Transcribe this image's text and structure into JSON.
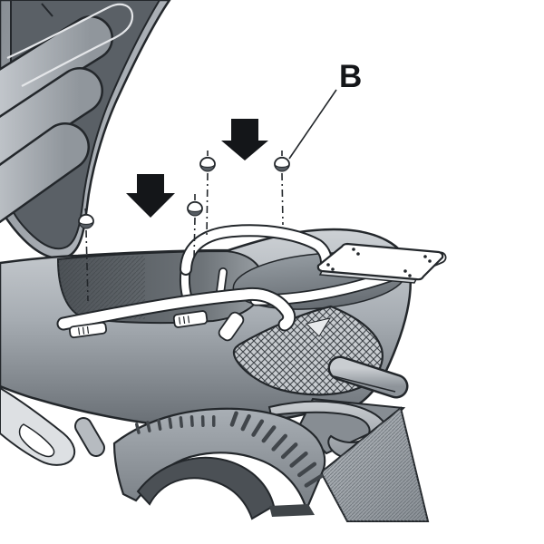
{
  "diagram": {
    "callout": {
      "label": "B"
    },
    "arrows": {
      "count": 2,
      "direction": "down"
    },
    "screws": {
      "count": 4
    }
  },
  "colors": {
    "background": "#ffffff",
    "outline": "#23272b",
    "arrow": "#141619",
    "white": "#ffffff",
    "body-light": "#cdd1d5",
    "body-dark": "#686e74",
    "bucket-dark": "#4d5257",
    "mesh-bg": "#c8ccd0",
    "arch-dark": "#4b5055"
  }
}
